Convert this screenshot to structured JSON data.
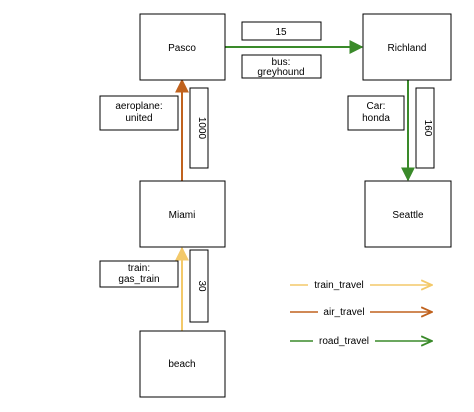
{
  "nodes": {
    "pasco": "Pasco",
    "richland": "Richland",
    "miami": "Miami",
    "seattle": "Seattle",
    "beach": "beach"
  },
  "edge_labels": {
    "pasco_richland_value": "15",
    "pasco_richland_mode": [
      "bus:",
      "greyhound"
    ],
    "miami_pasco_value": "1000",
    "miami_pasco_mode": [
      "aeroplane:",
      "united"
    ],
    "richland_seattle_value": "160",
    "richland_seattle_mode": [
      "Car:",
      "honda"
    ],
    "beach_miami_value": "30",
    "beach_miami_mode": [
      "train:",
      "gas_train"
    ]
  },
  "legend": {
    "train": "train_travel",
    "air": "air_travel",
    "road": "road_travel"
  },
  "colors": {
    "train": "#f3c96a",
    "air": "#c0621e",
    "road": "#3a8a2a",
    "border": "#000000"
  }
}
